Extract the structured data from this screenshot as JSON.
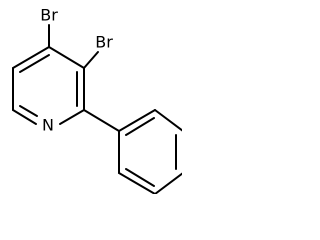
{
  "structure": {
    "atoms": {
      "br1": "Br",
      "br2": "Br",
      "n": "N"
    }
  }
}
